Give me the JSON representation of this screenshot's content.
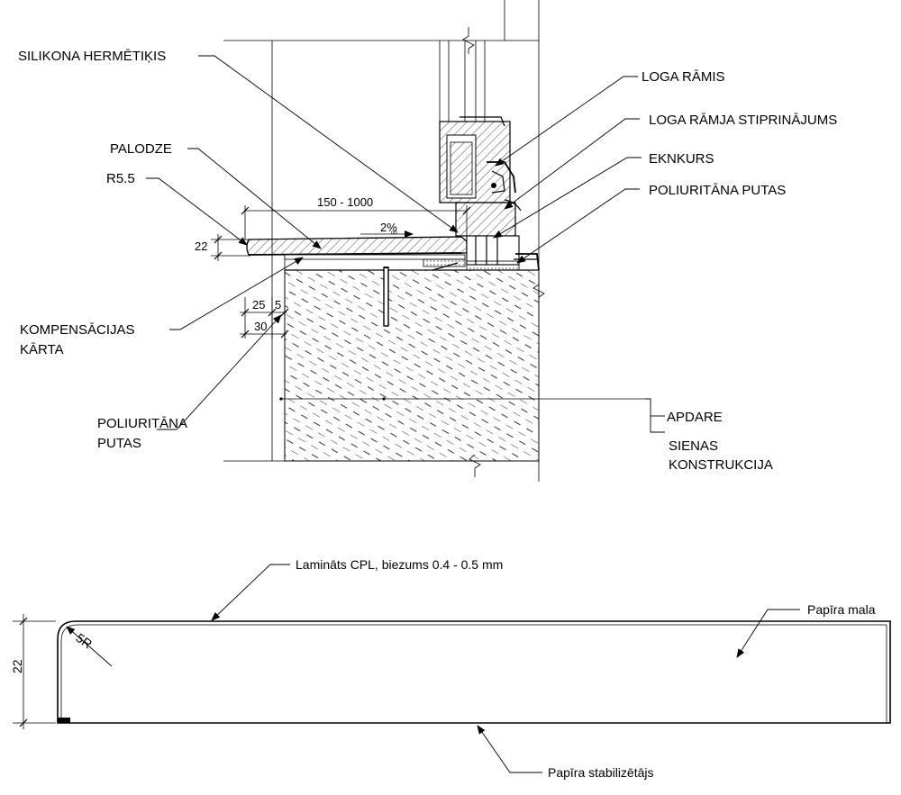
{
  "section_detail": {
    "labels": {
      "silicone_sealant": "SILIKONA HERMĒTIĶIS",
      "sill": "PALODZE",
      "radius": "R5.5",
      "compensation_layer_1": "KOMPENSĀCIJAS",
      "compensation_layer_2": "KĀRTA",
      "pu_foam_left_1": "POLIURITĀNA",
      "pu_foam_left_2": "PUTAS",
      "window_frame": "LOGA RĀMIS",
      "frame_fixing": "LOGA RĀMJA STIPRINĀJUMS",
      "anchor": "EKNKURS",
      "pu_foam_right": "POLIURITĀNA PUTAS",
      "finish": "APDARE",
      "wall_1": "SIENAS",
      "wall_2": "KONSTRUKCIJA"
    },
    "dimensions": {
      "sill_depth": "150 - 1000",
      "slope": "2%",
      "slope_unit": "oo",
      "thickness": "22",
      "overhang_25": "25",
      "overhang_5": "5",
      "overhang_30": "30"
    }
  },
  "profile_detail": {
    "labels": {
      "laminate": "Lamināts CPL, biezums 0.4 - 0.5 mm",
      "paper_edge": "Papīra mala",
      "paper_stabilizer": "Papīra stabilizētājs",
      "radius": "5R",
      "thickness": "22"
    }
  }
}
